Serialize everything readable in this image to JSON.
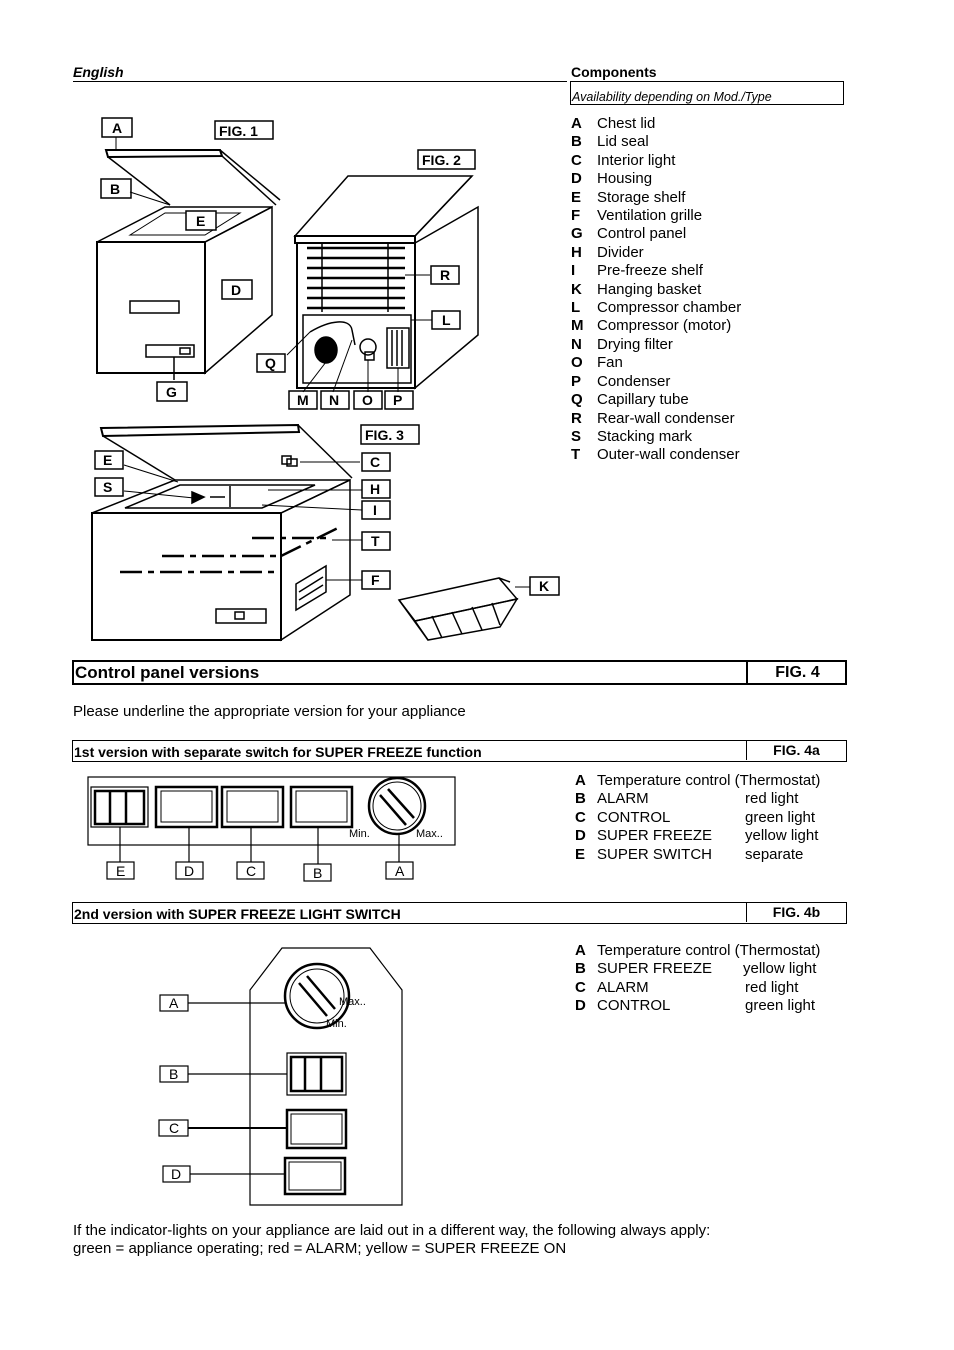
{
  "header": {
    "language": "English"
  },
  "components": {
    "title": "Components",
    "availability": "Availability depending on Mod./Type",
    "items": [
      {
        "key": "A",
        "label": "Chest lid"
      },
      {
        "key": "B",
        "label": "Lid seal"
      },
      {
        "key": "C",
        "label": "Interior light"
      },
      {
        "key": "D",
        "label": "Housing"
      },
      {
        "key": "E",
        "label": "Storage shelf"
      },
      {
        "key": "F",
        "label": "Ventilation grille"
      },
      {
        "key": "G",
        "label": "Control panel"
      },
      {
        "key": "H",
        "label": "Divider"
      },
      {
        "key": "I",
        "label": "Pre-freeze shelf"
      },
      {
        "key": "K",
        "label": "Hanging basket"
      },
      {
        "key": "L",
        "label": "Compressor chamber"
      },
      {
        "key": "M",
        "label": "Compressor (motor)"
      },
      {
        "key": "N",
        "label": "Drying filter"
      },
      {
        "key": "O",
        "label": "Fan"
      },
      {
        "key": "P",
        "label": "Condenser"
      },
      {
        "key": "Q",
        "label": "Capillary tube"
      },
      {
        "key": "R",
        "label": "Rear-wall condenser"
      },
      {
        "key": "S",
        "label": "Stacking mark"
      },
      {
        "key": "T",
        "label": "Outer-wall condenser"
      }
    ]
  },
  "figures": {
    "fig1": "FIG. 1",
    "fig2": "FIG. 2",
    "fig3": "FIG. 3",
    "fig1_labels": {
      "A": "A",
      "B": "B",
      "E": "E",
      "D": "D",
      "G": "G"
    },
    "fig2_labels": {
      "R": "R",
      "L": "L",
      "Q": "Q",
      "M": "M",
      "N": "N",
      "O": "O",
      "P": "P"
    },
    "fig3_labels": {
      "E": "E",
      "S": "S",
      "C": "C",
      "H": "H",
      "I": "I",
      "T": "T",
      "F": "F",
      "K": "K"
    }
  },
  "control_panel": {
    "title": "Control panel versions",
    "fig": "FIG. 4",
    "note": "Please underline the appropriate version for your appliance"
  },
  "version1": {
    "title": "1st version with separate switch for SUPER FREEZE function",
    "fig": "FIG. 4a",
    "dial_min": "Min.",
    "dial_max": "Max..",
    "labels": {
      "E": "E",
      "D": "D",
      "C": "C",
      "B": "B",
      "A": "A"
    },
    "legend": [
      {
        "key": "A",
        "name": "Temperature control",
        "value": "(Thermostat)"
      },
      {
        "key": "B",
        "name": "ALARM",
        "value": "red light"
      },
      {
        "key": "C",
        "name": "CONTROL",
        "value": "green light"
      },
      {
        "key": "D",
        "name": "SUPER FREEZE",
        "value": "yellow light"
      },
      {
        "key": "E",
        "name": "SUPER SWITCH",
        "value": "separate"
      }
    ]
  },
  "version2": {
    "title": "2nd version with SUPER FREEZE LIGHT SWITCH",
    "fig": "FIG. 4b",
    "dial_min": "Min.",
    "dial_max": "Max..",
    "labels": {
      "A": "A",
      "B": "B",
      "C": "C",
      "D": "D"
    },
    "legend": [
      {
        "key": "A",
        "name": "Temperature control",
        "value": "(Thermostat)"
      },
      {
        "key": "B",
        "name": "SUPER FREEZE",
        "value": "yellow light"
      },
      {
        "key": "C",
        "name": "ALARM",
        "value": "red light"
      },
      {
        "key": "D",
        "name": "CONTROL",
        "value": "green light"
      }
    ]
  },
  "footer": {
    "line1": "If the indicator-lights on your appliance are laid out in a different way, the following always apply:",
    "line2": "green = appliance operating; red = ALARM; yellow = SUPER FREEZE ON"
  }
}
